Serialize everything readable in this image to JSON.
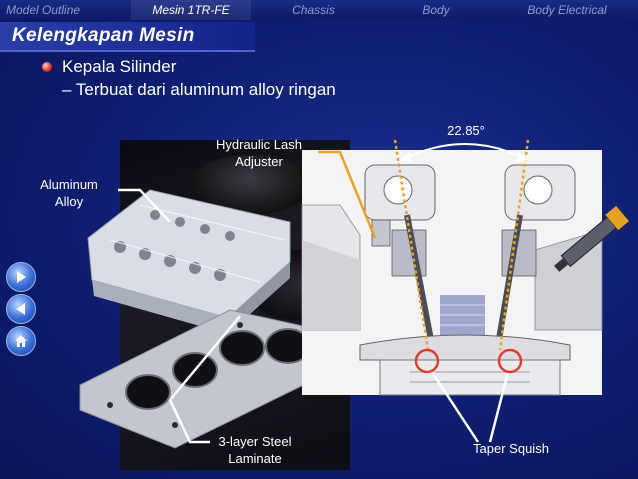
{
  "nav": {
    "tabs": [
      {
        "label": "Model Outline",
        "active": false
      },
      {
        "label": "Mesin 1TR-FE",
        "active": true
      },
      {
        "label": "Chassis",
        "active": false
      },
      {
        "label": "Body",
        "active": false
      },
      {
        "label": "Body Electrical",
        "active": false
      }
    ]
  },
  "slide": {
    "title": "Kelengkapan Mesin",
    "bullet_main": "Kepala Silinder",
    "bullet_sub": "– Terbuat dari aluminum alloy ringan"
  },
  "callouts": {
    "aluminum_line1": "Aluminum",
    "aluminum_line2": "Alloy",
    "hla_line1": "Hydraulic Lash",
    "hla_line2": "Adjuster",
    "angle": "22.85°",
    "steel_line1": "3-layer Steel",
    "steel_line2": "Laminate",
    "taper": "Taper Squish"
  },
  "side_buttons": [
    {
      "icon": "next-arrow-icon"
    },
    {
      "icon": "previous-arrow-icon"
    },
    {
      "icon": "home-icon"
    }
  ],
  "colors": {
    "background": "#0f1f6e",
    "accent_orange": "#f0a020",
    "highlight_red": "#e0402a"
  }
}
